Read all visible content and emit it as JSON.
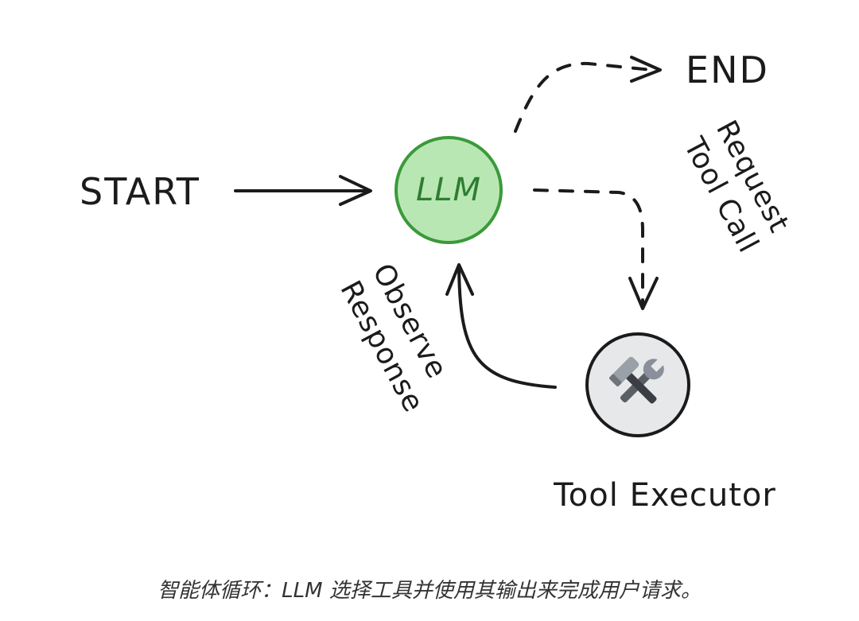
{
  "diagram": {
    "nodes": {
      "start": "START",
      "llm": "LLM",
      "end": "END",
      "tool_executor": "Tool Executor"
    },
    "edges": {
      "request_line1": "Request",
      "request_line2": "Tool Call",
      "observe_line1": "Observe",
      "observe_line2": "Response"
    },
    "tool_icon": "hammer-and-wrench-icon",
    "colors": {
      "llm_fill": "#b9e7b3",
      "llm_stroke": "#3a9a3a",
      "tool_fill": "#e6e8ea",
      "ink": "#1b1b1b"
    }
  },
  "caption": "智能体循环：LLM 选择工具并使用其输出来完成用户请求。"
}
